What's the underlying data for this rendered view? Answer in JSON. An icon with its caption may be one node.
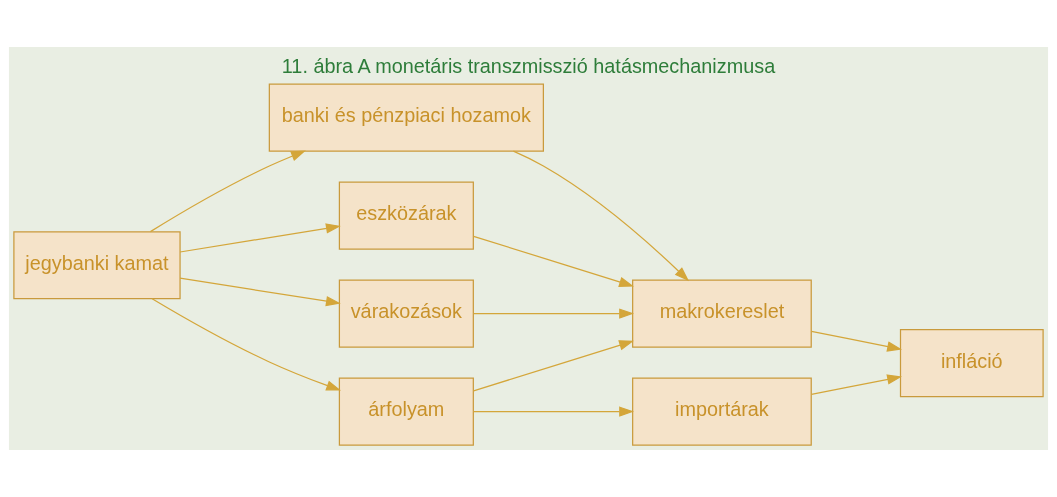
{
  "diagram": {
    "title": "11. ábra A monetáris transzmisszió hatásmechanizmusa",
    "nodes": [
      {
        "text": [
          "jegybanki kamat"
        ]
      },
      {
        "text": [
          "banki és pénzpiaci hozamok"
        ]
      },
      {
        "text": [
          "eszközárak"
        ]
      },
      {
        "text": [
          "árfolyam"
        ]
      },
      {
        "text": [
          "várakozások"
        ]
      },
      {
        "text": [
          "makrokereslet"
        ]
      },
      {
        "text": [
          "importárak"
        ]
      },
      {
        "text": [
          "infláció"
        ]
      }
    ],
    "edges": [
      {
        "from": 0,
        "to": 1,
        "arrow": "to"
      },
      {
        "from": 0,
        "to": 2,
        "arrow": "to"
      },
      {
        "from": 0,
        "to": 3,
        "arrow": "to"
      },
      {
        "from": 0,
        "to": 4,
        "arrow": "to"
      },
      {
        "from": 1,
        "to": 5,
        "arrow": "to"
      },
      {
        "from": 2,
        "to": 5,
        "arrow": "to"
      },
      {
        "from": 3,
        "to": 5,
        "arrow": "to"
      },
      {
        "from": 3,
        "to": 6,
        "arrow": "to"
      },
      {
        "from": 4,
        "to": 5,
        "arrow": "to"
      },
      {
        "from": 5,
        "to": 7,
        "arrow": "to"
      },
      {
        "from": 6,
        "to": 7,
        "arrow": "to"
      }
    ]
  }
}
